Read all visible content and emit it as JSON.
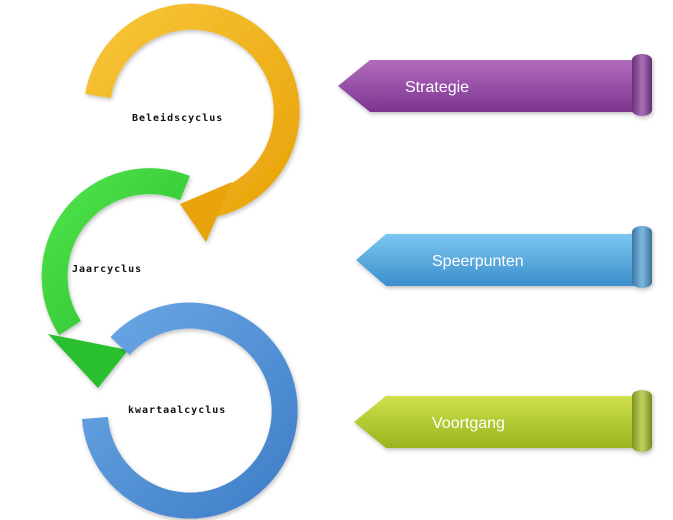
{
  "cycles": [
    {
      "label": "Beleidscyclus",
      "color": "#f2b21a"
    },
    {
      "label": "Jaarcyclus",
      "color": "#3ed43e"
    },
    {
      "label": "kwartaalcyclus",
      "color": "#4f8fd6"
    }
  ],
  "ribbons": [
    {
      "label": "Strategie",
      "color": "#9b4fa6"
    },
    {
      "label": "Speerpunten",
      "color": "#5aaee0"
    },
    {
      "label": "Voortgang",
      "color": "#b4cc32"
    }
  ]
}
